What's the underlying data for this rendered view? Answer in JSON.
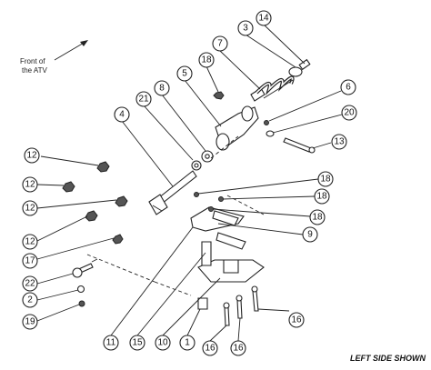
{
  "orientation_note": {
    "line1": "Front of",
    "line2": "the ATV"
  },
  "caption": "LEFT SIDE SHOWN",
  "callouts": [
    {
      "label": "14"
    },
    {
      "label": "3"
    },
    {
      "label": "7"
    },
    {
      "label": "18"
    },
    {
      "label": "5"
    },
    {
      "label": "8"
    },
    {
      "label": "21"
    },
    {
      "label": "6"
    },
    {
      "label": "20"
    },
    {
      "label": "13"
    },
    {
      "label": "4"
    },
    {
      "label": "12"
    },
    {
      "label": "12"
    },
    {
      "label": "12"
    },
    {
      "label": "12"
    },
    {
      "label": "17"
    },
    {
      "label": "22"
    },
    {
      "label": "2"
    },
    {
      "label": "19"
    },
    {
      "label": "18"
    },
    {
      "label": "18"
    },
    {
      "label": "18"
    },
    {
      "label": "9"
    },
    {
      "label": "11"
    },
    {
      "label": "15"
    },
    {
      "label": "10"
    },
    {
      "label": "1"
    },
    {
      "label": "16"
    },
    {
      "label": "16"
    },
    {
      "label": "16"
    }
  ]
}
